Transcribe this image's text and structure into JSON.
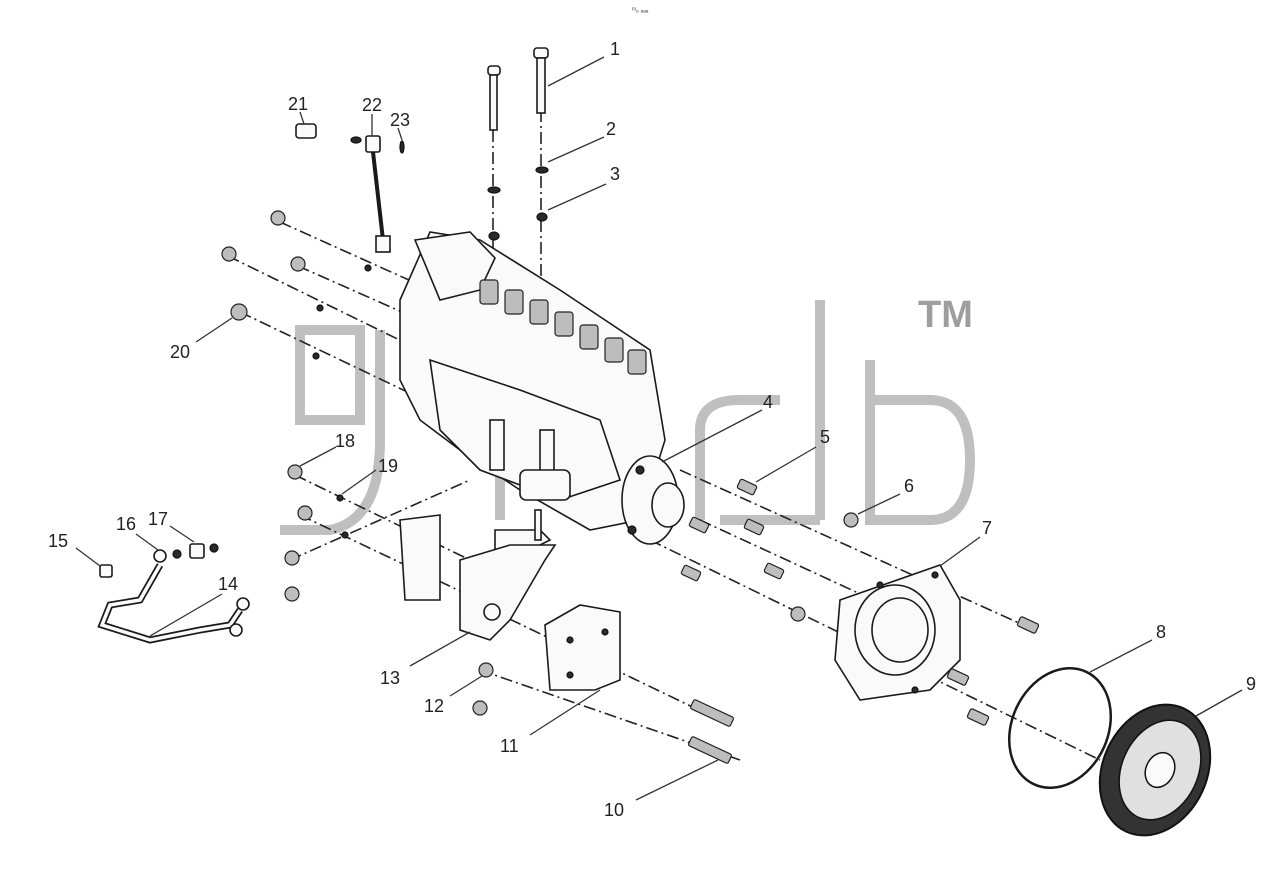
{
  "header": {
    "top_mark": "ᵐₒ ₐₐₐ"
  },
  "watermark": {
    "text": "TM",
    "color": "#bfbfbf"
  },
  "callouts": [
    {
      "id": "1",
      "label": "1"
    },
    {
      "id": "2",
      "label": "2"
    },
    {
      "id": "3",
      "label": "3"
    },
    {
      "id": "4",
      "label": "4"
    },
    {
      "id": "5",
      "label": "5"
    },
    {
      "id": "6",
      "label": "6"
    },
    {
      "id": "7",
      "label": "7"
    },
    {
      "id": "8",
      "label": "8"
    },
    {
      "id": "9",
      "label": "9"
    },
    {
      "id": "10",
      "label": "10"
    },
    {
      "id": "11",
      "label": "11"
    },
    {
      "id": "12",
      "label": "12"
    },
    {
      "id": "13",
      "label": "13"
    },
    {
      "id": "14",
      "label": "14"
    },
    {
      "id": "15",
      "label": "15"
    },
    {
      "id": "16",
      "label": "16"
    },
    {
      "id": "17",
      "label": "17"
    },
    {
      "id": "18",
      "label": "18"
    },
    {
      "id": "19",
      "label": "19"
    },
    {
      "id": "20",
      "label": "20"
    },
    {
      "id": "21",
      "label": "21"
    },
    {
      "id": "22",
      "label": "22"
    },
    {
      "id": "23",
      "label": "23"
    }
  ]
}
